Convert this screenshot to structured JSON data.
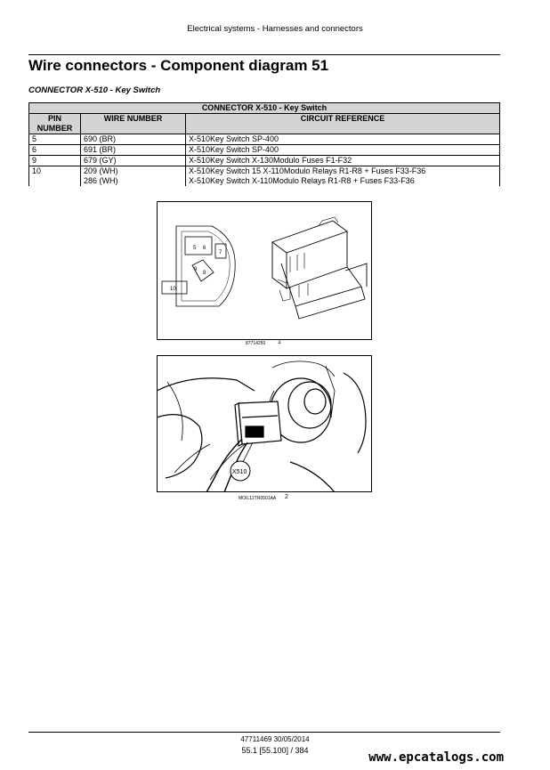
{
  "header": {
    "text": "Electrical systems - Harnesses and connectors"
  },
  "title": "Wire connectors - Component diagram 51",
  "subtitle": "CONNECTOR X-510 - Key Switch",
  "table": {
    "caption": "CONNECTOR X-510 - Key Switch",
    "headers": {
      "pin": "PIN NUMBER",
      "wire": "WIRE NUMBER",
      "circuit": "CIRCUIT REFERENCE"
    },
    "rows": [
      {
        "pin": "5",
        "wires": [
          "690 (BR)"
        ],
        "circuits": [
          "X-510Key Switch SP-400"
        ]
      },
      {
        "pin": "6",
        "wires": [
          "691 (BR)"
        ],
        "circuits": [
          "X-510Key Switch SP-400"
        ]
      },
      {
        "pin": "9",
        "wires": [
          "679 (GY)"
        ],
        "circuits": [
          "X-510Key Switch X-130Modulo Fuses F1-F32"
        ]
      },
      {
        "pin": "10",
        "wires": [
          "209 (WH)",
          "286 (WH)"
        ],
        "circuits": [
          "X-510Key Switch 15 X-110Modulo Relays R1-R8 + Fuses F33-F36",
          "X-510Key Switch X-110Modulo Relays R1-R8 + Fuses F33-F36"
        ]
      }
    ]
  },
  "figure1": {
    "code": "87714250",
    "number": "1",
    "pin_labels": {
      "p5": "5",
      "p6": "6",
      "p7": "7",
      "p8": "8",
      "p9": "9",
      "p10": "10"
    }
  },
  "figure2": {
    "code": "MOIL12TR0501AA",
    "number": "2",
    "callout": "X510"
  },
  "footer": {
    "doc": "47711469 30/05/2014",
    "page": "55.1 [55.100] / 384"
  },
  "watermark": "www.epcatalogs.com"
}
